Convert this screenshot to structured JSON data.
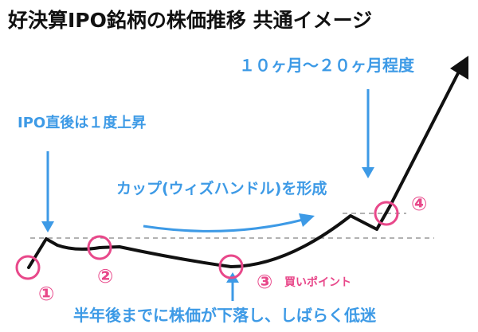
{
  "title": "好決算IPO銘柄の株価推移 共通イメージ",
  "annotations": {
    "top_right": "１０ヶ月〜２０ヶ月程度",
    "left": "IPO直後は１度上昇",
    "middle": "カップ(ウィズハンドル)を形成",
    "bottom": "半年後までに株価が下落し、しばらく低迷",
    "buy_point": "買いポイント"
  },
  "markers": [
    {
      "label": "①"
    },
    {
      "label": "②"
    },
    {
      "label": "③"
    },
    {
      "label": "④"
    }
  ],
  "colors": {
    "accent_blue": "#3d9ae6",
    "accent_pink": "#e8488a",
    "line": "#111111",
    "dashed": "#999999"
  }
}
